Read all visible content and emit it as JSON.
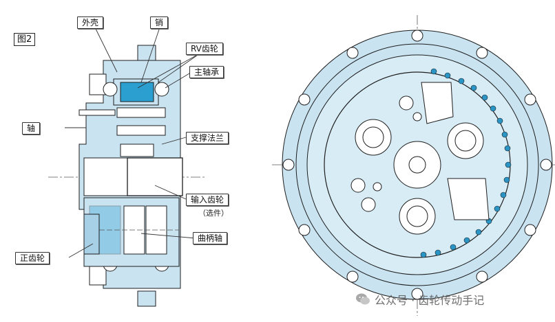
{
  "figure_label": "图2",
  "left_view": {
    "labels": {
      "housing": "外壳",
      "pin": "销",
      "rv_gear": "RV齿轮",
      "main_bearing": "主轴承",
      "shaft": "轴",
      "support_flange": "支撑法兰",
      "input_gear": "输入齿轮",
      "optional": "（选件）",
      "crankshaft": "曲柄轴",
      "spur_gear": "正齿轮"
    }
  },
  "watermark": {
    "text": "公众号 · 齿轮传动手记"
  },
  "colors": {
    "part_fill": "#c9e3f1",
    "part_fill_dark": "#a7d0e6",
    "accent_blue": "#2a9fd0",
    "outline": "#1d1d1d",
    "ball": "#2a95c4",
    "line": "#333333"
  }
}
